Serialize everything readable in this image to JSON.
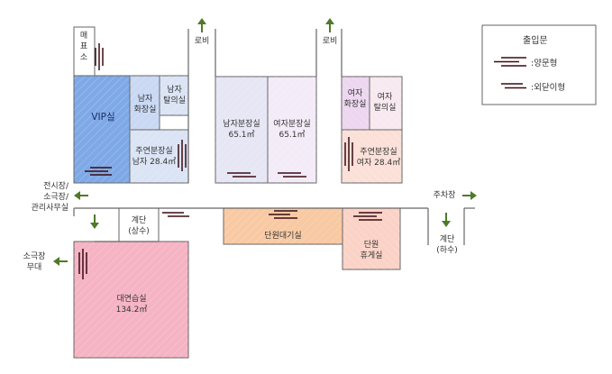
{
  "colors": {
    "vip": "#7fa9e6",
    "blue_light": "#c9d8f3",
    "blue_pale": "#dbe4f4",
    "lavender": "#e6e6f5",
    "lavender_light": "#f3ebf7",
    "pink_pale": "#f7e9ef",
    "purple_pale": "#edd6f0",
    "salmon": "#fbd2c6",
    "salmon_light": "#fbe0d8",
    "orange": "#f8c9a3",
    "pink": "#f5b3c3",
    "wall": "#666666",
    "arrow": "#4f7a28",
    "door": "#3a0a12"
  },
  "rooms": {
    "ticket": "매\n표\n소",
    "vip": "VIP실",
    "men_restroom": "남자\n화장실",
    "men_dressing": "남자\n탈의실",
    "lead_dressing_men": "주연분장실\n남자 28.4㎡",
    "men_makeup": "남자분장실\n65.1㎡",
    "women_makeup": "여자분장실\n65.1㎡",
    "women_restroom": "여자\n화장실",
    "women_dressing": "여자\n탈의실",
    "lead_dressing_women": "주연분장실\n여자 28.4㎡",
    "stairs_up": "계단\n(상수)",
    "group_waiting": "단원대기실",
    "group_lounge": "단원\n휴게실",
    "stairs_down": "계단\n(하수)",
    "rehearsal": "대연습실\n134.2㎡"
  },
  "nav": {
    "lobby_left": "로비",
    "lobby_right": "로비",
    "west": "전시장/\n소극장/\n관리사무실",
    "parking": "주차장",
    "small_stage": "소극장\n무대"
  },
  "legend": {
    "title": "출입문",
    "items": [
      {
        "label": ":양문형",
        "type": "double"
      },
      {
        "label": ":외닫이형",
        "type": "single"
      }
    ]
  }
}
